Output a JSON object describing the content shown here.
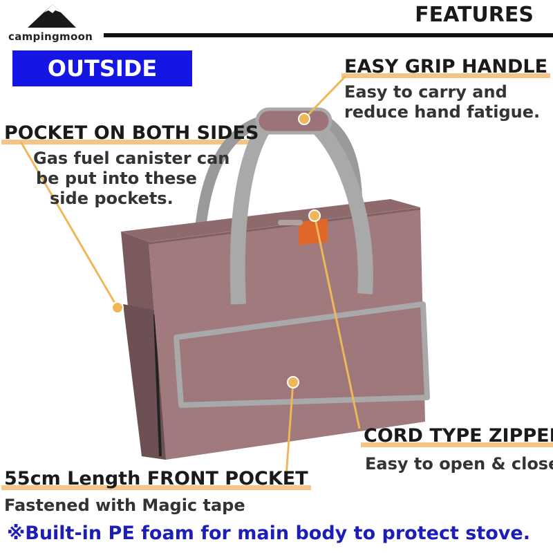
{
  "brand": {
    "name": "campingmoon"
  },
  "header": {
    "title": "FEATURES",
    "section": "OUTSIDE"
  },
  "callouts": {
    "handle": {
      "title": "EASY GRIP HANDLE",
      "desc": [
        "Easy to carry and",
        "reduce hand fatigue."
      ]
    },
    "pocket_sides": {
      "title": "POCKET ON BOTH SIDES",
      "desc": [
        "Gas fuel canister can",
        "be put into these",
        "side pockets."
      ]
    },
    "zipper": {
      "title": "CORD TYPE ZIPPER",
      "desc": [
        "Easy to open & close"
      ]
    },
    "front_pocket": {
      "title": "55cm Length FRONT POCKET",
      "desc": [
        "Fastened with Magic tape"
      ]
    }
  },
  "footnote": "※Built-in PE foam for main body to protect stove.",
  "colors": {
    "accent_blue": "#1515e6",
    "highlight": "#f4c586",
    "bag": "#a07a7d",
    "trim": "#a9a9a9",
    "dot": "#f0b75a"
  }
}
